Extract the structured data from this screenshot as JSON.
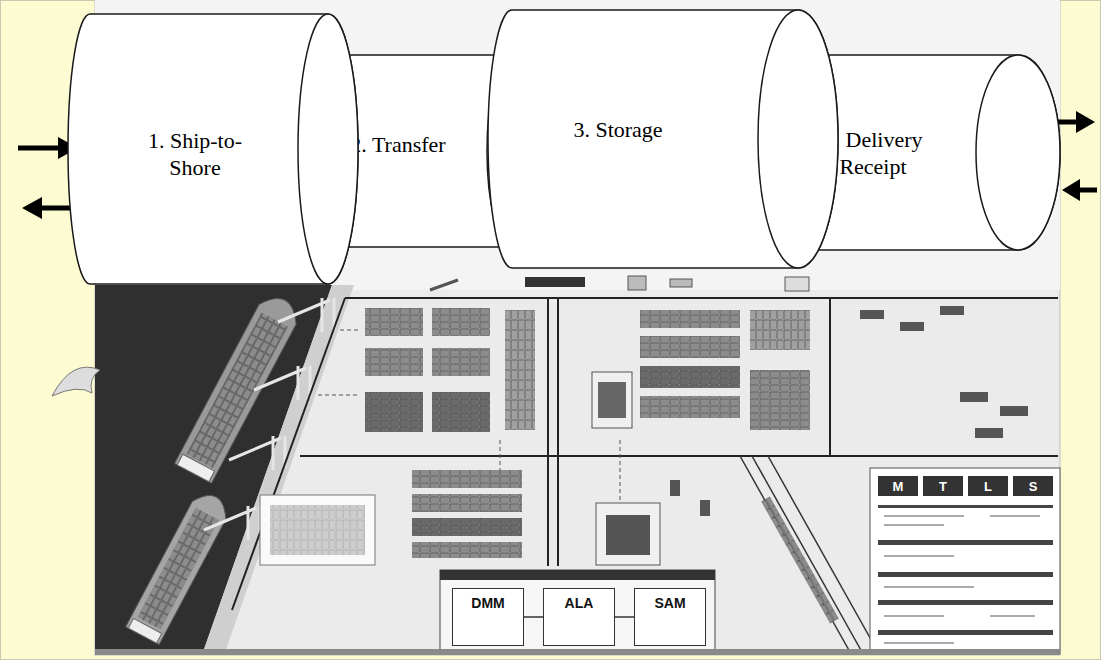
{
  "diagram": {
    "nodes": [
      {
        "text": [
          "1. Ship-to-Shore"
        ]
      },
      {
        "text": [
          "2. Transfer"
        ]
      },
      {
        "text": [
          "3. Storage"
        ]
      },
      {
        "text": [
          "4. Delivery Receipt"
        ]
      },
      {
        "text": [
          "DMM"
        ]
      },
      {
        "text": [
          "ALA"
        ]
      },
      {
        "text": [
          "SAM"
        ]
      }
    ],
    "edges": [
      {
        "from": 4,
        "to": 5,
        "arrow": "none"
      },
      {
        "from": 5,
        "to": 6,
        "arrow": "none"
      }
    ],
    "labels": [
      "M",
      "T",
      "L",
      "S"
    ]
  }
}
